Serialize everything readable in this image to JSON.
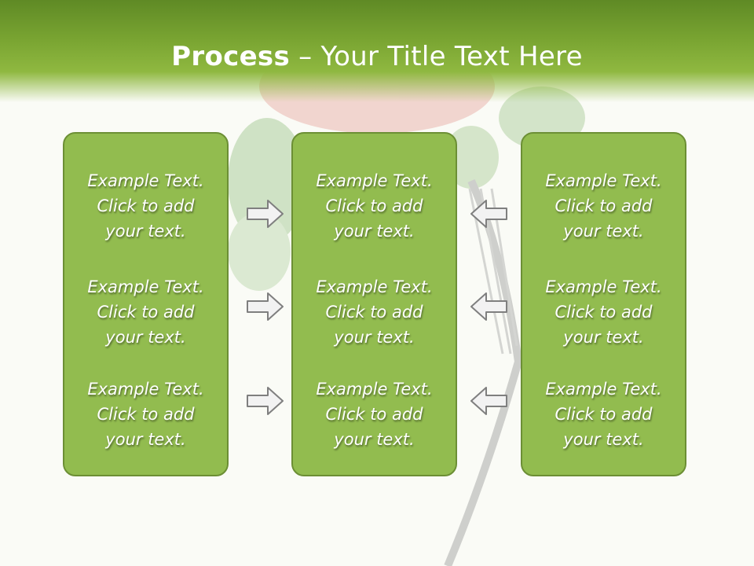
{
  "title": {
    "bold": "Process",
    "rest": " – Your Title Text Here"
  },
  "columns": [
    {
      "cells": [
        {
          "line1": "Example Text.",
          "line2": "Click  to add",
          "line3": "your text."
        },
        {
          "line1": "Example Text.",
          "line2": "Click  to add",
          "line3": "your text."
        },
        {
          "line1": "Example Text.",
          "line2": "Click  to add",
          "line3": "your text."
        }
      ]
    },
    {
      "cells": [
        {
          "line1": "Example Text.",
          "line2": "Click  to add",
          "line3": "your text."
        },
        {
          "line1": "Example Text.",
          "line2": "Click  to add",
          "line3": "your text."
        },
        {
          "line1": "Example Text.",
          "line2": "Click  to add",
          "line3": "your text."
        }
      ]
    },
    {
      "cells": [
        {
          "line1": "Example Text.",
          "line2": "Click  to add",
          "line3": "your text."
        },
        {
          "line1": "Example Text.",
          "line2": "Click  to add",
          "line3": "your text."
        },
        {
          "line1": "Example Text.",
          "line2": "Click  to add",
          "line3": "your text."
        }
      ]
    }
  ],
  "colors": {
    "header": "#7aa532",
    "box_fill": "#92bc4f",
    "box_border": "#6c8f35",
    "arrow_fill": "#f2f2f2",
    "arrow_stroke": "#7f7f7f"
  }
}
